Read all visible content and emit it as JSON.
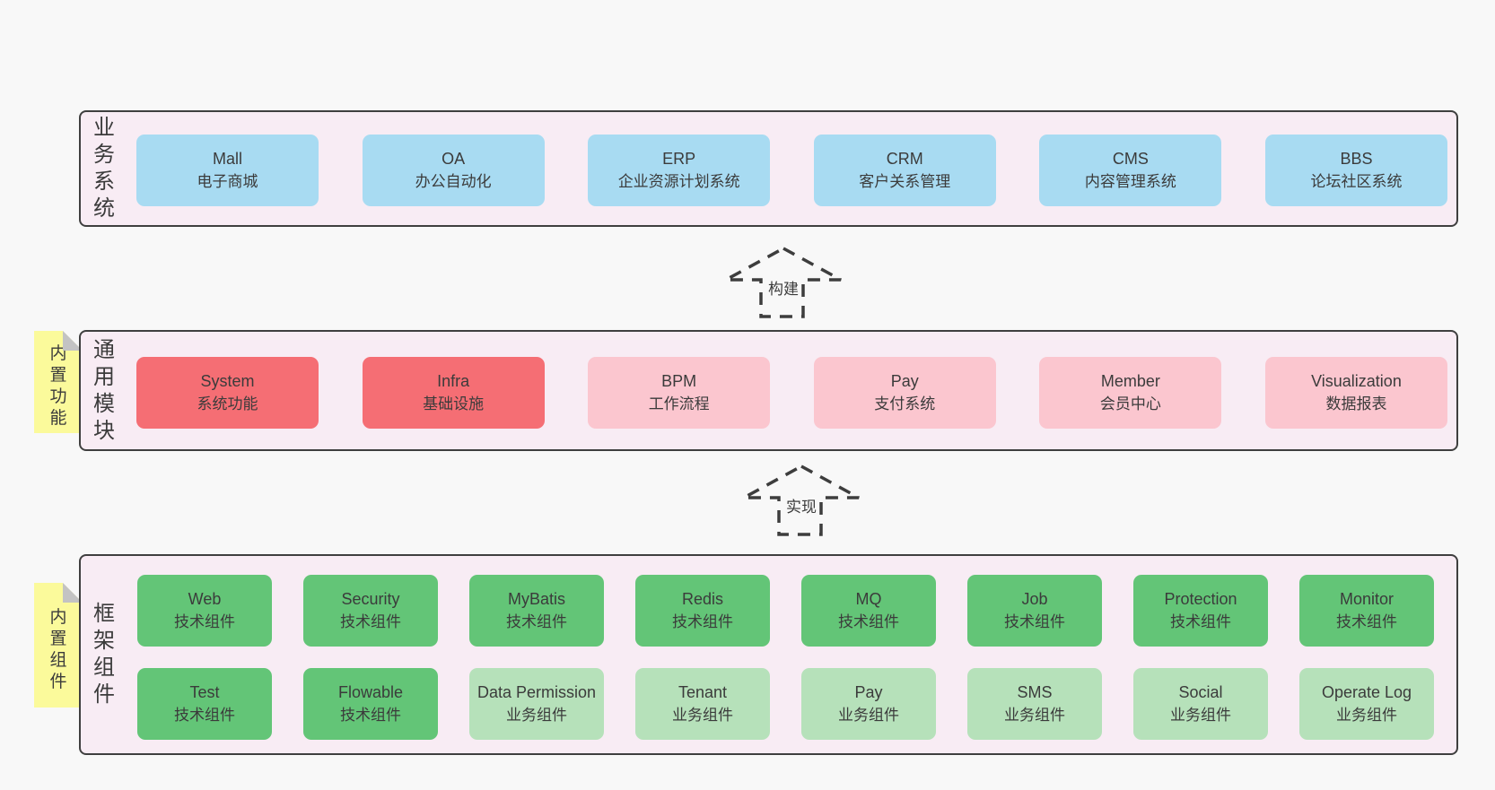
{
  "colors": {
    "page-bg": "#f8f8f8",
    "panel-bg": "#f8ecf4",
    "panel-border": "#3f3f3f",
    "box-blue": "#a8dbf2",
    "box-red": "#f56e74",
    "box-pink": "#fbc6cf",
    "box-green": "#63c577",
    "box-green-light": "#b6e1ba",
    "tab-yellow": "#fbfa9b",
    "fold-gray": "#c3c3c3",
    "text": "#3b3b3b"
  },
  "arrows": [
    {
      "label": "构建"
    },
    {
      "label": "实现"
    }
  ],
  "panels": {
    "business": {
      "label": "业务系统",
      "boxes": [
        {
          "name": "Mall",
          "desc": "电子商城"
        },
        {
          "name": "OA",
          "desc": "办公自动化"
        },
        {
          "name": "ERP",
          "desc": "企业资源计划系统"
        },
        {
          "name": "CRM",
          "desc": "客户关系管理"
        },
        {
          "name": "CMS",
          "desc": "内容管理系统"
        },
        {
          "name": "BBS",
          "desc": "论坛社区系统"
        }
      ]
    },
    "modules": {
      "label": "通用模块",
      "tab": "内置功能",
      "boxes": [
        {
          "name": "System",
          "desc": "系统功能"
        },
        {
          "name": "Infra",
          "desc": "基础设施"
        },
        {
          "name": "BPM",
          "desc": "工作流程"
        },
        {
          "name": "Pay",
          "desc": "支付系统"
        },
        {
          "name": "Member",
          "desc": "会员中心"
        },
        {
          "name": "Visualization",
          "desc": "数据报表"
        }
      ]
    },
    "components": {
      "label": "框架组件",
      "tab": "内置组件",
      "row1": [
        {
          "name": "Web",
          "desc": "技术组件"
        },
        {
          "name": "Security",
          "desc": "技术组件"
        },
        {
          "name": "MyBatis",
          "desc": "技术组件"
        },
        {
          "name": "Redis",
          "desc": "技术组件"
        },
        {
          "name": "MQ",
          "desc": "技术组件"
        },
        {
          "name": "Job",
          "desc": "技术组件"
        },
        {
          "name": "Protection",
          "desc": "技术组件"
        },
        {
          "name": "Monitor",
          "desc": "技术组件"
        }
      ],
      "row2": [
        {
          "name": "Test",
          "desc": "技术组件"
        },
        {
          "name": "Flowable",
          "desc": "技术组件"
        },
        {
          "name": "Data Permission",
          "desc": "业务组件"
        },
        {
          "name": "Tenant",
          "desc": "业务组件"
        },
        {
          "name": "Pay",
          "desc": "业务组件"
        },
        {
          "name": "SMS",
          "desc": "业务组件"
        },
        {
          "name": "Social",
          "desc": "业务组件"
        },
        {
          "name": "Operate Log",
          "desc": "业务组件"
        }
      ]
    }
  }
}
